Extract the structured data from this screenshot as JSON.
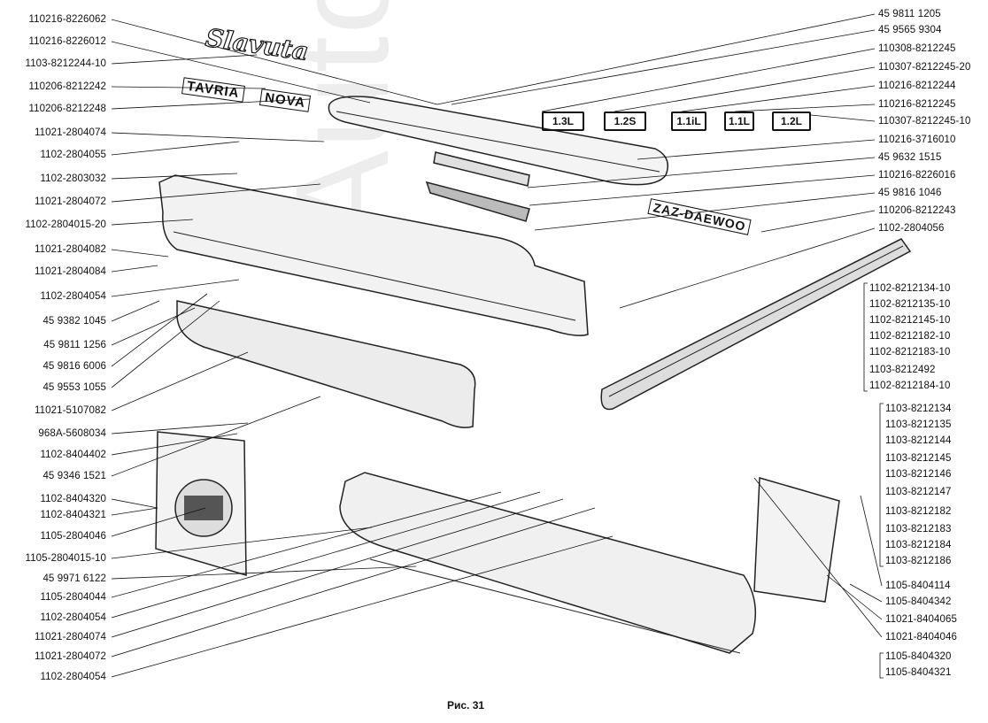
{
  "left_labels": [
    "110216-8226062",
    "110216-8226012",
    "1103-8212244-10",
    "110206-8212242",
    "110206-8212248",
    "11021-2804074",
    "1102-2804055",
    "1102-2803032",
    "11021-2804072",
    "1102-2804015-20",
    "11021-2804082",
    "11021-2804084",
    "1102-2804054",
    "45 9382 1045",
    "45 9811 1256",
    "45 9816 6006",
    "45 9553 1055",
    "11021-5107082",
    "968A-5608034",
    "1102-8404402",
    "45 9346 1521",
    "1102-8404320",
    "1102-8404321",
    "1105-2804046",
    "1105-2804015-10",
    "45 9971 6122",
    "1105-2804044",
    "1102-2804054",
    "11021-2804074",
    "11021-2804072",
    "1102-2804054"
  ],
  "right_top_labels": [
    "45 9811 1205",
    "45 9565 9304",
    "110308-8212245",
    "110307-8212245-20",
    "110216-8212244",
    "110216-8212245",
    "110307-8212245-10",
    "110216-3716010",
    "45 9632 1515",
    "110216-8226016",
    "45 9816 1046",
    "110206-8212243",
    "1102-2804056"
  ],
  "right_group1": [
    "1102-8212134-10",
    "1102-8212135-10",
    "1102-8212145-10",
    "1102-8212182-10",
    "1102-8212183-10",
    "1103-8212492",
    "1102-8212184-10"
  ],
  "right_group2": [
    "1103-8212134",
    "1103-8212135",
    "1103-8212144",
    "1103-8212145",
    "1103-8212146",
    "1103-8212147",
    "1103-8212182",
    "1103-8212183",
    "1103-8212184",
    "1103-8212186"
  ],
  "right_bottom_labels": [
    "1105-8404114",
    "1105-8404342",
    "11021-8404065",
    "11021-8404046"
  ],
  "right_group3": [
    "1105-8404320",
    "1105-8404321"
  ],
  "badges": [
    "1.3L",
    "1.2S",
    "1.1iL",
    "1.1L",
    "1.2L"
  ],
  "emblems": {
    "slavuta": "Slavuta",
    "tavria": "TAVRIA",
    "nova": "NOVA",
    "zaz": "ZAZ-DAEWOO"
  },
  "watermark": "AutoSoft",
  "caption": "Рис. 31"
}
